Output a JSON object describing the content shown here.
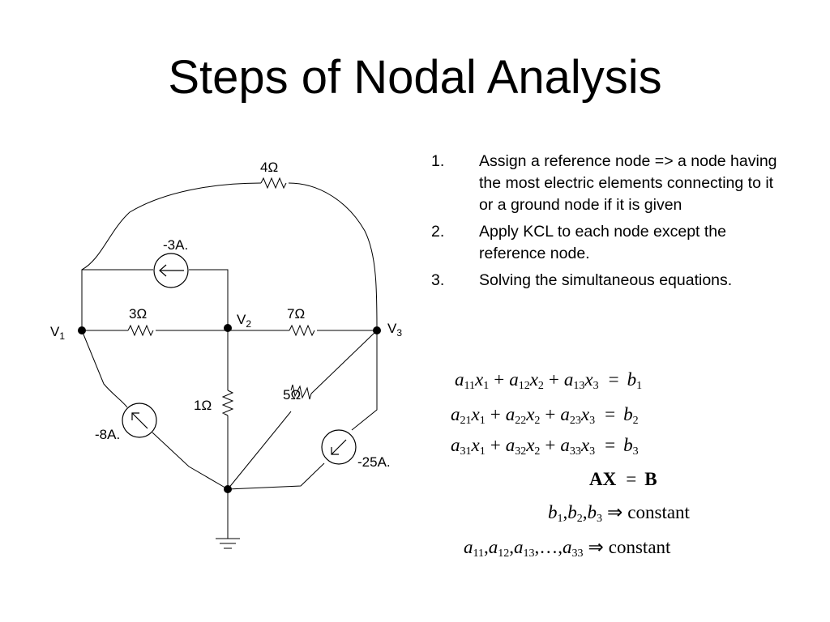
{
  "slide": {
    "title": "Steps of Nodal Analysis"
  },
  "circuit": {
    "resistors": {
      "r_top": "4Ω",
      "r_left": "3Ω",
      "r_right": "7Ω",
      "r_middle": "1Ω",
      "r_diag": "5Ω"
    },
    "sources": {
      "s_top": "-3A.",
      "s_left": "-8A.",
      "s_right": "-25A."
    },
    "nodes": {
      "v1": {
        "base": "V",
        "sub": "1"
      },
      "v2": {
        "base": "V",
        "sub": "2"
      },
      "v3": {
        "base": "V",
        "sub": "3"
      }
    }
  },
  "steps": [
    {
      "num": "1.",
      "text": "Assign a reference node => a node having the most electric elements connecting to it or a ground node if it is given"
    },
    {
      "num": "2.",
      "text": "Apply KCL to each node except the reference node."
    },
    {
      "num": "3.",
      "text": "Solving the simultaneous equations."
    }
  ],
  "equations": {
    "row1": {
      "t1": "a",
      "s1": "11",
      "v1": "x",
      "vs1": "1",
      "plus1": "+",
      "t2": "a",
      "s2": "12",
      "v2": "x",
      "vs2": "2",
      "plus2": "+",
      "t3": "a",
      "s3": "13",
      "v3": "x",
      "vs3": "3",
      "eq": "=",
      "r": "b",
      "rs": "1"
    },
    "row2": {
      "t1": "a",
      "s1": "21",
      "v1": "x",
      "vs1": "1",
      "plus1": "+",
      "t2": "a",
      "s2": "22",
      "v2": "x",
      "vs2": "2",
      "plus2": "+",
      "t3": "a",
      "s3": "23",
      "v3": "x",
      "vs3": "3",
      "eq": "=",
      "r": "b",
      "rs": "2"
    },
    "row3": {
      "t1": "a",
      "s1": "31",
      "v1": "x",
      "vs1": "1",
      "plus1": "+",
      "t2": "a",
      "s2": "32",
      "v2": "x",
      "vs2": "2",
      "plus2": "+",
      "t3": "a",
      "s3": "33",
      "v3": "x",
      "vs3": "3",
      "eq": "=",
      "r": "b",
      "rs": "3"
    },
    "matrix": {
      "lhs": "AX",
      "eq": "=",
      "rhs": "B"
    },
    "constants_b": {
      "b1": "b",
      "s1": "1",
      "c1": ",",
      "b2": "b",
      "s2": "2",
      "c2": ",",
      "b3": "b",
      "s3": "3",
      "imp": "⇒",
      "word": "constant"
    },
    "constants_a": {
      "a1": "a",
      "s1": "11",
      "c1": ",",
      "a2": "a",
      "s2": "12",
      "c2": ",",
      "a3": "a",
      "s3": "13",
      "c3": ",",
      "dots": "…",
      "c4": ",",
      "a4": "a",
      "s4": "33",
      "imp": "⇒",
      "word": "constant"
    }
  }
}
